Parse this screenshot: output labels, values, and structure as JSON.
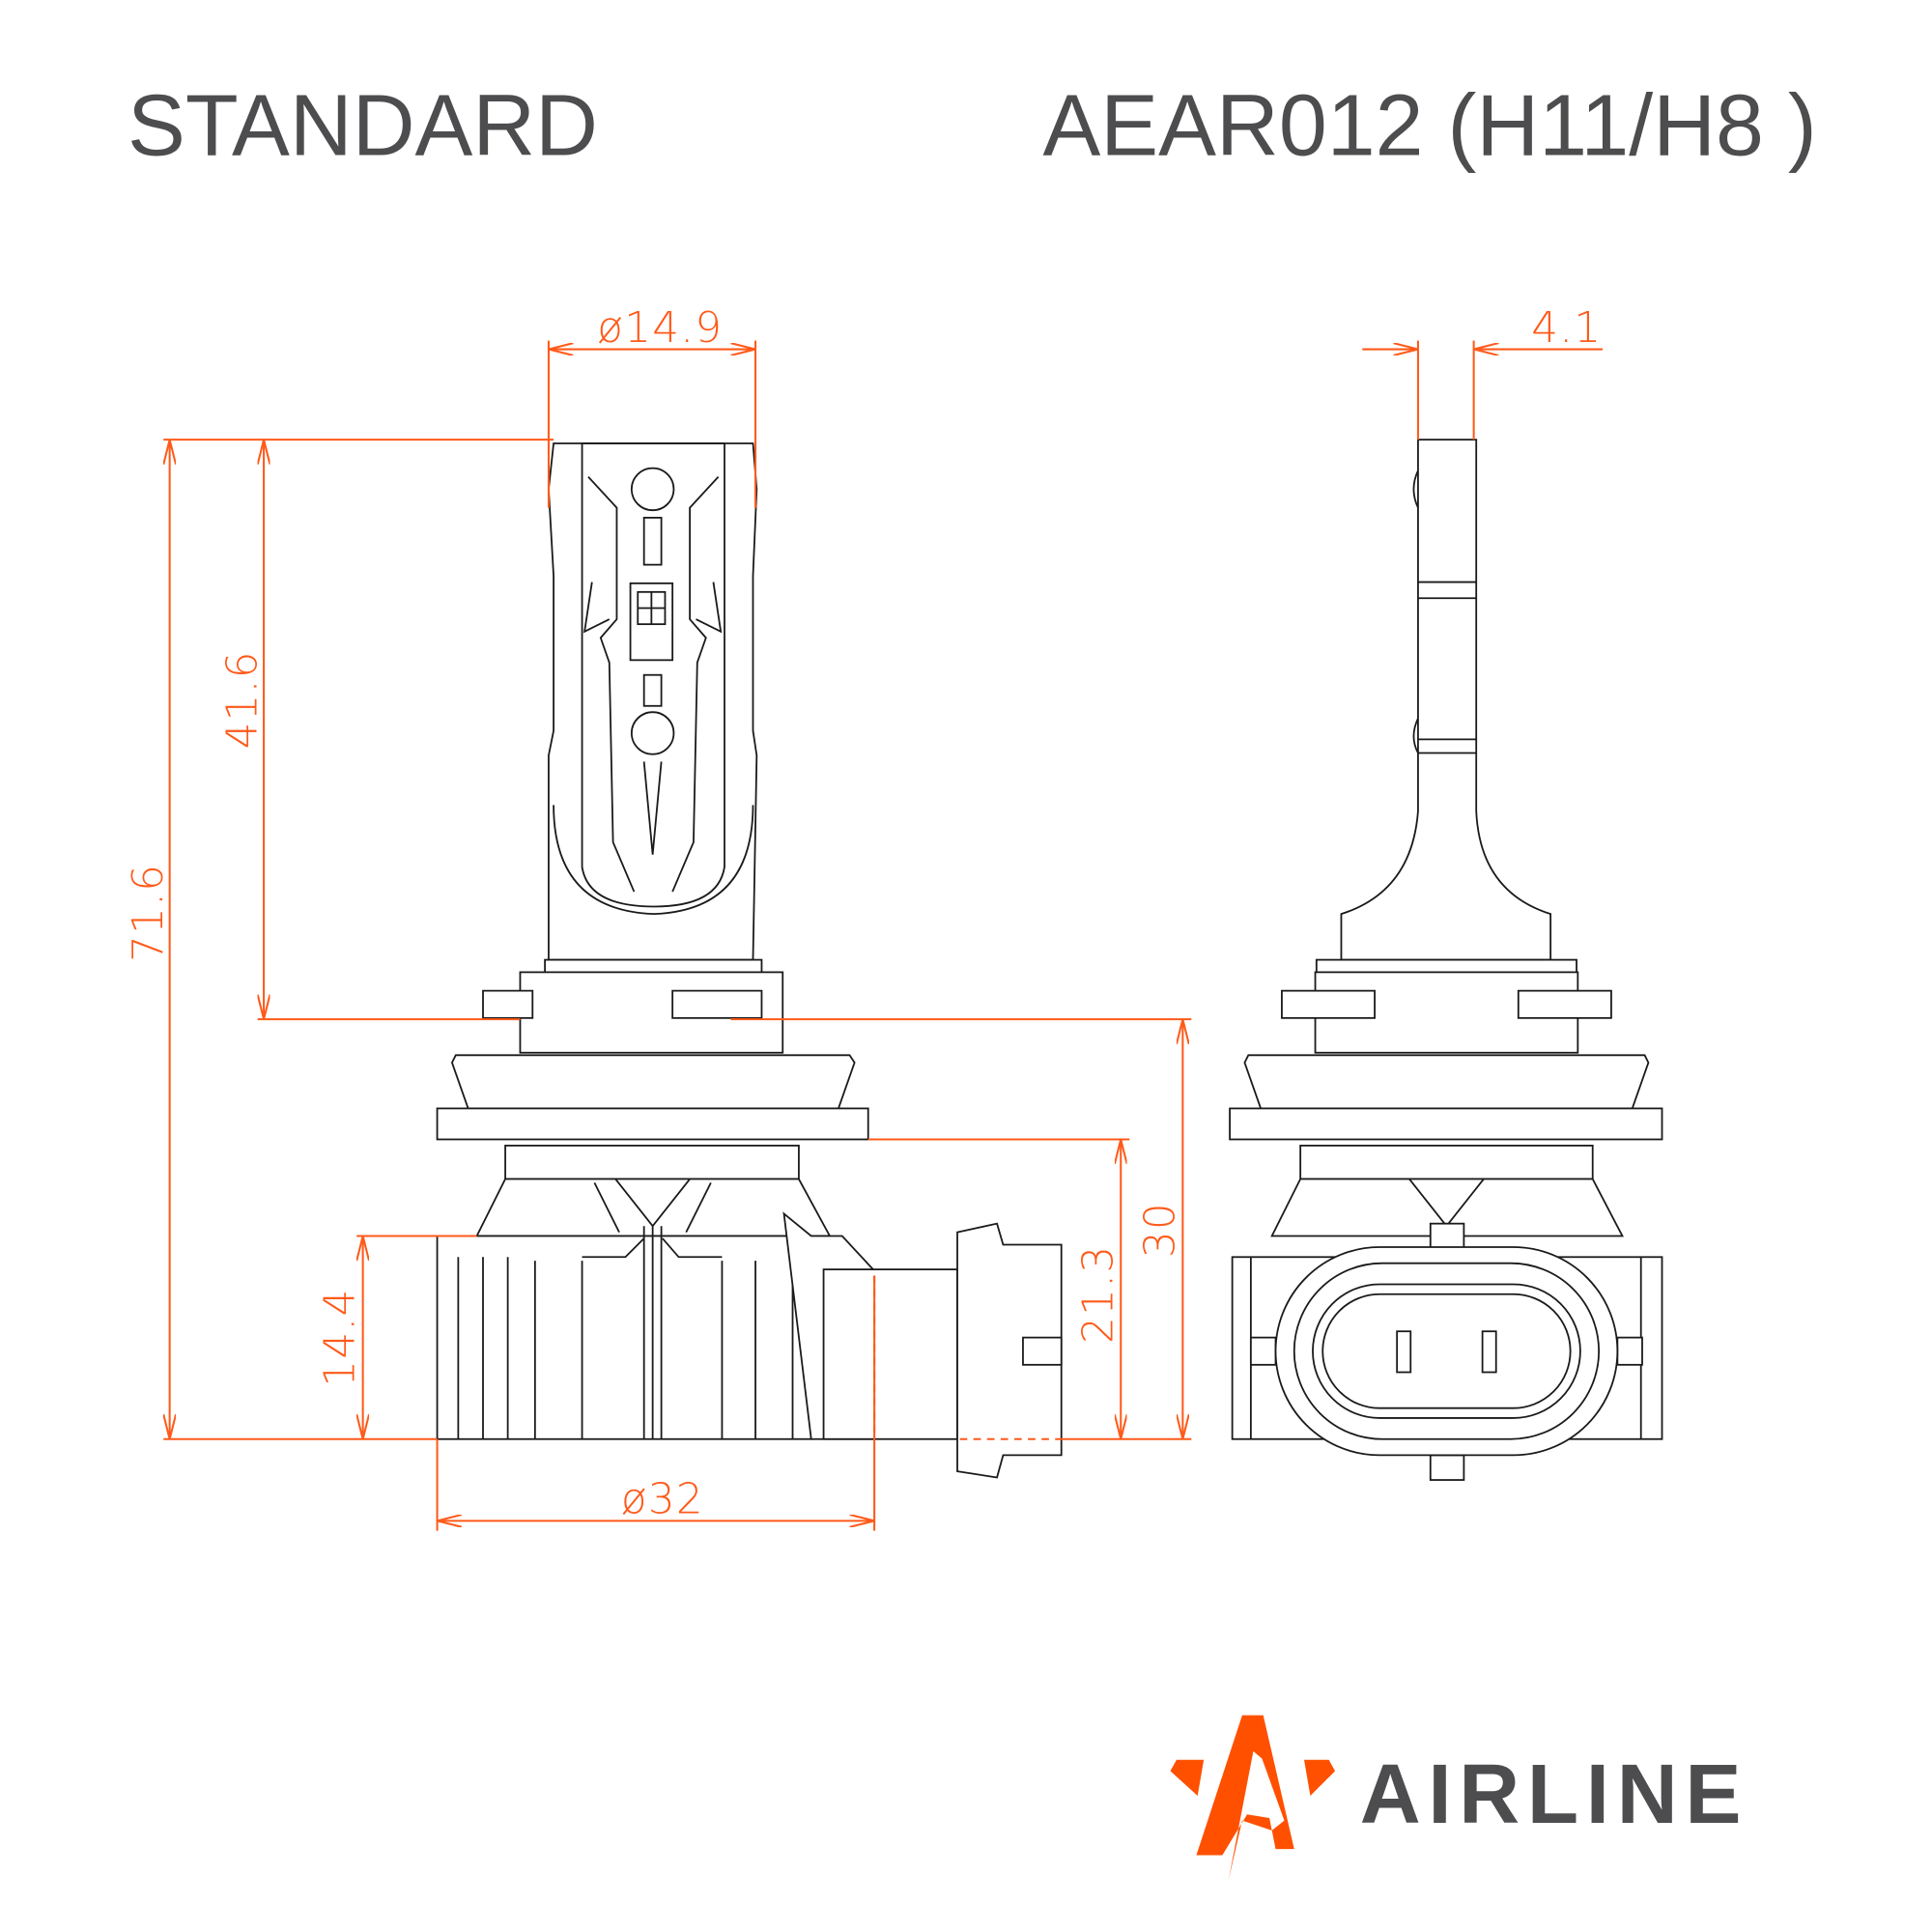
{
  "header": {
    "left_title": "STANDARD",
    "right_title": "AEAR012 (H11/H8 )"
  },
  "dimensions": {
    "shaft_diameter": "ø14.9",
    "shaft_thickness": "4.1",
    "shaft_length": "41.6",
    "total_length": "71.6",
    "heatsink_height": "14.4",
    "heatsink_diameter": "ø32",
    "connector_height": "21.3",
    "base_height": "30"
  },
  "colors": {
    "dimension": "#ff5a1a",
    "title": "#4d4d4f",
    "logo_accent": "#ff5000"
  },
  "logo": {
    "text": "AIRLINE"
  }
}
